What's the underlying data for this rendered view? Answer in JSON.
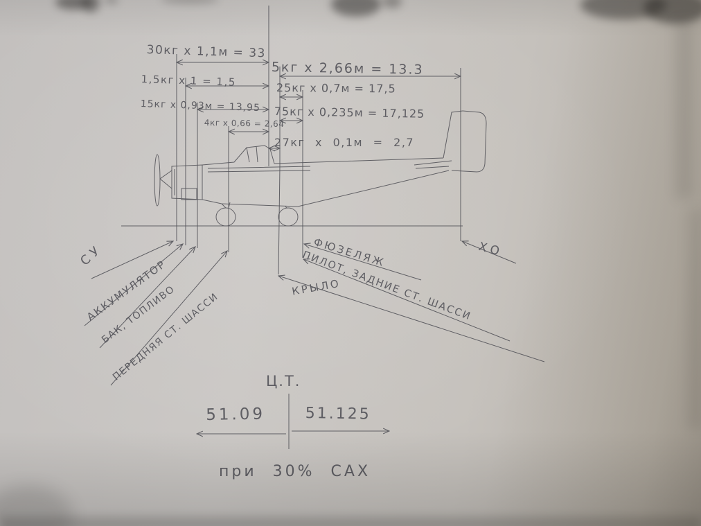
{
  "formulas": [
    "30кг x 1,1м = 33",
    "1,5кг  x 1 = 1,5",
    "15кг x 0,93м = 13,95",
    "4кг x 0,66 = 2,64",
    "5кг x 2,66м = 13.3",
    "25кг x 0,7м = 17,5",
    "75кг x 0,235м = 17,125",
    "27кг  x 0,1м = 2,7"
  ],
  "labels": [
    "СУ",
    "АККУМУЛЯТОР",
    "БАК, ТОПЛИВО",
    "ПЕРЕДНЯЯ СТ. ШАССИ",
    "КРЫЛО",
    "ФЮЗЕЛЯЖ",
    "ПИЛОТ, ЗАДНИЕ СТ. ШАССИ",
    "ХО"
  ],
  "cg": {
    "title": "Ц.Т.",
    "left_value": "51.09",
    "right_value": "51.125",
    "note": "при 30% САХ"
  },
  "colors": {
    "pencil": "#55555b",
    "paper": "#c8c5c2"
  }
}
